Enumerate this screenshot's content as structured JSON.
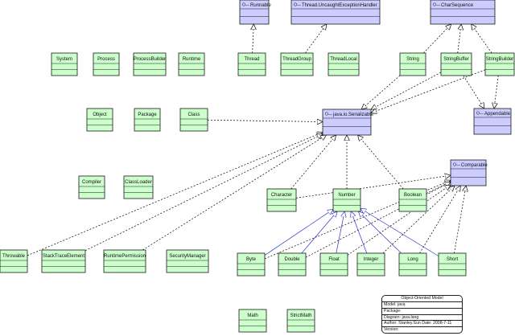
{
  "colors": {
    "class_fill": "#ccffcc",
    "interface_fill": "#ccccff",
    "border": "#1a1a1a",
    "realization_line": "#000000",
    "generalization_line": "#3333cc"
  },
  "interfaces": [
    {
      "id": "runnable",
      "label": "Runnable"
    },
    {
      "id": "ueh",
      "label": "Thread.UncaughtExceptionHandler"
    },
    {
      "id": "charsequence",
      "label": "CharSequence"
    },
    {
      "id": "serializable",
      "label": "java.io.Serializable"
    },
    {
      "id": "appendable",
      "label": "Appendable"
    },
    {
      "id": "comparable",
      "label": "Comparable"
    }
  ],
  "classes": [
    {
      "id": "thread",
      "label": "Thread"
    },
    {
      "id": "threadgroup",
      "label": "ThreadGroup"
    },
    {
      "id": "threadlocal",
      "label": "ThreadLocal"
    },
    {
      "id": "string",
      "label": "String"
    },
    {
      "id": "stringbuffer",
      "label": "StringBuffer"
    },
    {
      "id": "stringbuilder",
      "label": "StringBuilder"
    },
    {
      "id": "system",
      "label": "System"
    },
    {
      "id": "process",
      "label": "Process"
    },
    {
      "id": "processbuilder",
      "label": "ProcessBuilder"
    },
    {
      "id": "runtime",
      "label": "Runtime"
    },
    {
      "id": "object",
      "label": "Object"
    },
    {
      "id": "package",
      "label": "Package"
    },
    {
      "id": "class",
      "label": "Class"
    },
    {
      "id": "compiler",
      "label": "Compiler"
    },
    {
      "id": "classloader",
      "label": "ClassLoader"
    },
    {
      "id": "character",
      "label": "Character"
    },
    {
      "id": "number",
      "label": "Number"
    },
    {
      "id": "boolean",
      "label": "Boolean"
    },
    {
      "id": "throwable",
      "label": "Throwable"
    },
    {
      "id": "stacktraceelement",
      "label": "StackTraceElement"
    },
    {
      "id": "runtimepermission",
      "label": "RuntimePermission"
    },
    {
      "id": "securitymanager",
      "label": "SecurityManager"
    },
    {
      "id": "byte",
      "label": "Byte"
    },
    {
      "id": "double",
      "label": "Double"
    },
    {
      "id": "float",
      "label": "Float"
    },
    {
      "id": "integer",
      "label": "Integer"
    },
    {
      "id": "long",
      "label": "Long"
    },
    {
      "id": "short",
      "label": "Short"
    },
    {
      "id": "math",
      "label": "Math"
    },
    {
      "id": "strictmath",
      "label": "StrictMath"
    }
  ],
  "realizations": [
    [
      "thread",
      "runnable"
    ],
    [
      "threadgroup",
      "ueh"
    ],
    [
      "string",
      "charsequence"
    ],
    [
      "stringbuffer",
      "charsequence"
    ],
    [
      "stringbuilder",
      "charsequence"
    ],
    [
      "string",
      "serializable"
    ],
    [
      "stringbuffer",
      "serializable"
    ],
    [
      "stringbuilder",
      "serializable"
    ],
    [
      "stringbuffer",
      "appendable"
    ],
    [
      "stringbuilder",
      "appendable"
    ],
    [
      "class",
      "serializable"
    ],
    [
      "character",
      "serializable"
    ],
    [
      "number",
      "serializable"
    ],
    [
      "boolean",
      "serializable"
    ],
    [
      "throwable",
      "serializable"
    ],
    [
      "stacktraceelement",
      "serializable"
    ],
    [
      "runtimepermission",
      "serializable"
    ],
    [
      "character",
      "comparable"
    ],
    [
      "boolean",
      "comparable"
    ],
    [
      "byte",
      "comparable"
    ],
    [
      "double",
      "comparable"
    ],
    [
      "float",
      "comparable"
    ],
    [
      "integer",
      "comparable"
    ],
    [
      "long",
      "comparable"
    ],
    [
      "short",
      "comparable"
    ]
  ],
  "generalizations": [
    [
      "byte",
      "number"
    ],
    [
      "double",
      "number"
    ],
    [
      "float",
      "number"
    ],
    [
      "integer",
      "number"
    ],
    [
      "long",
      "number"
    ],
    [
      "short",
      "number"
    ]
  ],
  "legend": {
    "title": "Object-Oriented Model",
    "rows": [
      "Model: java",
      "Package:",
      "Diagram: java.lang",
      "Author: Stanley.Sun   Date: 2008-7-11",
      "Version:"
    ]
  }
}
